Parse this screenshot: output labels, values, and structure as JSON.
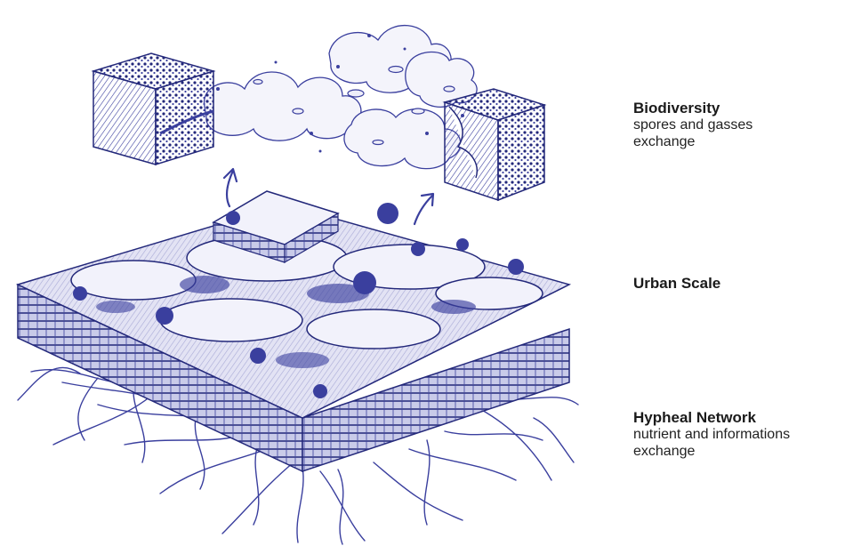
{
  "colors": {
    "ink": "#3a3f9e",
    "ink_dark": "#23287a",
    "wash": "#dcdcf2",
    "wash_light": "#eeeef9",
    "text": "#1a1a1a"
  },
  "labels": {
    "biodiversity": {
      "title": "Biodiversity",
      "desc_line1": "spores and gasses",
      "desc_line2": "exchange"
    },
    "urban": {
      "title": "Urban Scale"
    },
    "hypheal": {
      "title": "Hypheal Network",
      "desc_line1": "nutrient and informations",
      "desc_line2": "exchange"
    }
  },
  "icons": [
    "arrow-up-icon",
    "soil-cube-icon",
    "cloud-icon",
    "spore-icon",
    "root-icon",
    "plant-icon"
  ]
}
